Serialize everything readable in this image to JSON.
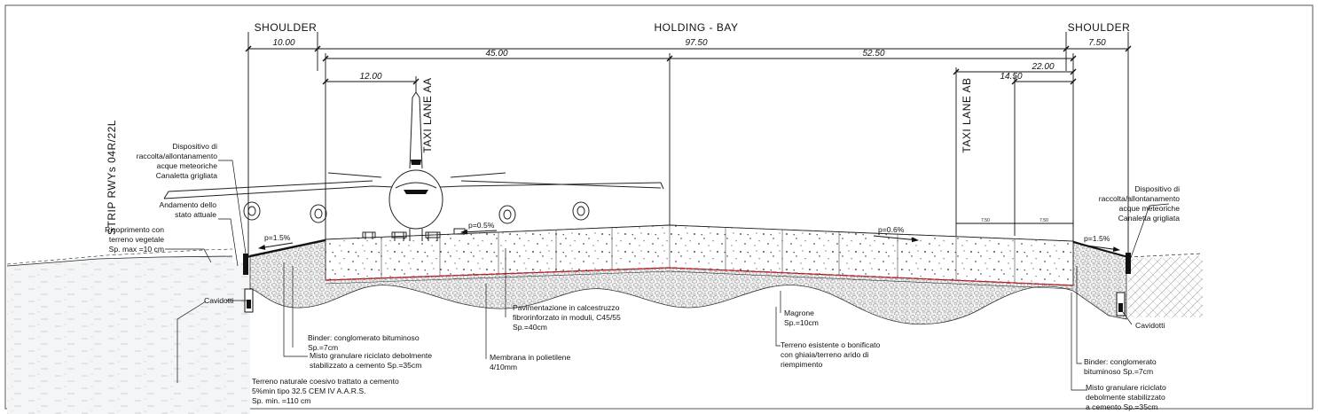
{
  "headers": {
    "shoulder_left": "SHOULDER",
    "holding_bay": "HOLDING - BAY",
    "shoulder_right": "SHOULDER"
  },
  "dimensions": {
    "shoulder_left": "10.00",
    "holding_bay_total": "97.50",
    "shoulder_right": "7.50",
    "left_part": "45.00",
    "right_part": "52.50",
    "taxi_aa_offset": "12.00",
    "taxi_ab_outer": "22.00",
    "taxi_ab_inner": "14.50",
    "small_a": "7.50",
    "small_b": "7.50"
  },
  "vertical_labels": {
    "strip": "STRIP RWYs 04R/22L",
    "taxi_aa": "TAXI LANE AA",
    "taxi_ab": "TAXI LANE AB"
  },
  "slopes": {
    "left_shoulder": "p=1.5%",
    "left_bay": "p=0.5%",
    "right_bay": "p=0.6%",
    "right_shoulder": "p=1.5%"
  },
  "annotations": {
    "drain_left": [
      "Dispositivo di",
      "raccolta/allontanamento",
      "acque meteoriche",
      "Canaletta grigliata"
    ],
    "existing_state": [
      "Andamento dello",
      "stato attuale"
    ],
    "topsoil": [
      "Ricoprimento con",
      "terreno vegetale",
      "Sp. max =10 cm"
    ],
    "ducts_left": "Cavidotti",
    "binder_left": [
      "Binder: conglomerato bituminoso",
      "Sp.=7cm"
    ],
    "granular_left": [
      "Misto granulare riciclato debolmente",
      "stabilizzato a cemento Sp.=35cm"
    ],
    "natural_soil": [
      "Terreno naturale coesivo trattato a cemento",
      "5%min tipo 32.5 CEM IV A.A.R.S.",
      "Sp. min. =110 cm"
    ],
    "membrane": [
      "Membrana in polietilene",
      "4/10mm"
    ],
    "concrete": [
      "Pavimentazione in calcestruzzo",
      "fibrorinforzato in moduli, C45/55",
      "Sp.=40cm"
    ],
    "lean_concrete": [
      "Magrone",
      "Sp.=10cm"
    ],
    "existing_soil": [
      "Terreno esistente o bonificato",
      "con ghiaia/terreno arido di",
      "riempimento"
    ],
    "drain_right": [
      "Dispositivo di",
      "raccolta/allontanamento",
      "acque meteoriche",
      "Canaletta grigliata"
    ],
    "ducts_right": "Cavidotti",
    "binder_right": [
      "Binder: conglomerato",
      "bituminoso Sp.=7cm"
    ],
    "granular_right": [
      "Misto granulare riciclato",
      "debolmente stabilizzato",
      "a cemento Sp.=35cm"
    ]
  },
  "colors": {
    "line": "#111111",
    "membrane": "#d9232a"
  }
}
